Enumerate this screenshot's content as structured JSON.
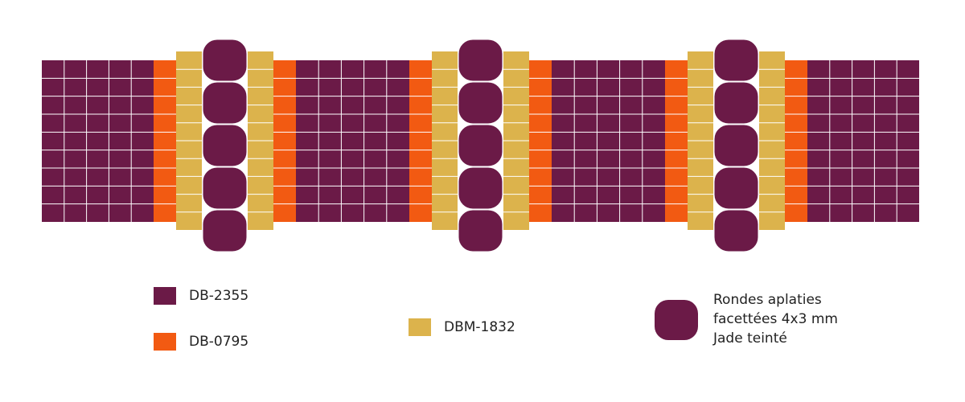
{
  "colors": {
    "db2355": "#6b1a47",
    "db0795": "#f25a12",
    "dbm1832": "#dcb34c",
    "bead": "#6b1a47",
    "grid_line": "#ffffff"
  },
  "pattern": {
    "rows_per_band": 9,
    "bead_count_per_column": 5,
    "sequence": [
      "db2355",
      "db0795",
      "dbm1832",
      "bead",
      "dbm1832",
      "db0795",
      "db2355",
      "db0795",
      "dbm1832",
      "bead",
      "dbm1832",
      "db0795",
      "db2355",
      "db0795",
      "dbm1832",
      "bead",
      "dbm1832",
      "db0795",
      "db2355"
    ]
  },
  "legend": {
    "db2355": "DB-2355",
    "db0795": "DB-0795",
    "dbm1832": "DBM-1832",
    "bead_line1": "Rondes aplaties",
    "bead_line2": "facettées 4x3 mm",
    "bead_line3": "Jade teinté"
  }
}
